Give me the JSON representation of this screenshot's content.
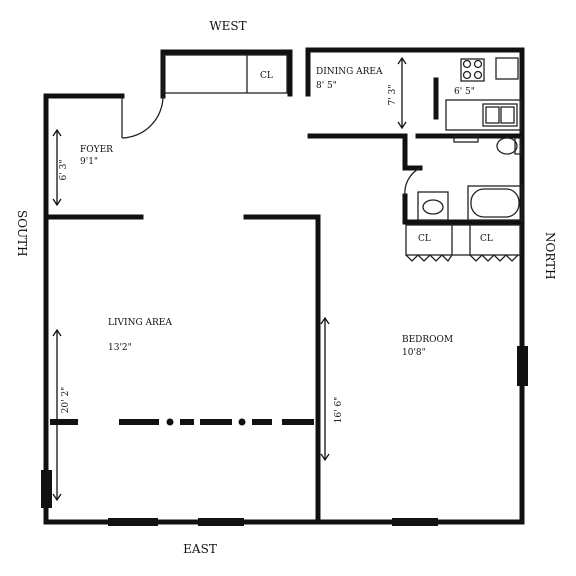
{
  "compass": {
    "west": "WEST",
    "east": "EAST",
    "south": "SOUTH",
    "north": "NORTH"
  },
  "rooms": {
    "foyer": {
      "name": "FOYER",
      "size": "9'1\"",
      "dim": "6' 3\""
    },
    "dining": {
      "name": "DINING AREA",
      "size": "8' 5\"",
      "dim": "7' 3\""
    },
    "kitchen": {
      "size": "6' 5\""
    },
    "living": {
      "name": "LIVING AREA",
      "size": "13'2\"",
      "dim": "20' 2\""
    },
    "bedroom": {
      "name": "BEDROOM",
      "size": "10'8\"",
      "dim": "16' 6\""
    }
  },
  "closets": {
    "foyer": "CL",
    "bedroom_left": "CL",
    "bedroom_right": "CL"
  }
}
